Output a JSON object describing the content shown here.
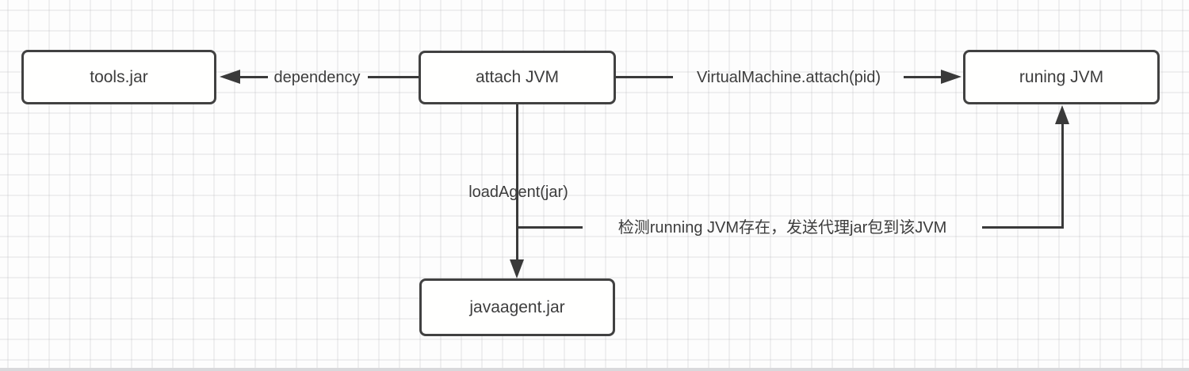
{
  "diagram": {
    "nodes": [
      {
        "id": "tools-jar",
        "label": "tools.jar"
      },
      {
        "id": "attach-jvm",
        "label": "attach JVM"
      },
      {
        "id": "runing-jvm",
        "label": "runing JVM"
      },
      {
        "id": "javaagent-jar",
        "label": "javaagent.jar"
      }
    ],
    "edges": [
      {
        "from": "attach-jvm",
        "to": "tools-jar",
        "label": "dependency"
      },
      {
        "from": "attach-jvm",
        "to": "runing-jvm",
        "label": "VirtualMachine.attach(pid)"
      },
      {
        "from": "attach-jvm",
        "to": "javaagent-jar",
        "label": "loadAgent(jar)"
      },
      {
        "from": "attach-jvm",
        "to": "runing-jvm",
        "label": "检测running JVM存在，发送代理jar包到该JVM"
      }
    ],
    "colors": {
      "line": "#3a3a3a",
      "node_border": "#414141",
      "node_fill": "#fffffe",
      "text": "#3c3c3c",
      "background": "#fdfdfd",
      "grid_line": "#ececef"
    }
  }
}
